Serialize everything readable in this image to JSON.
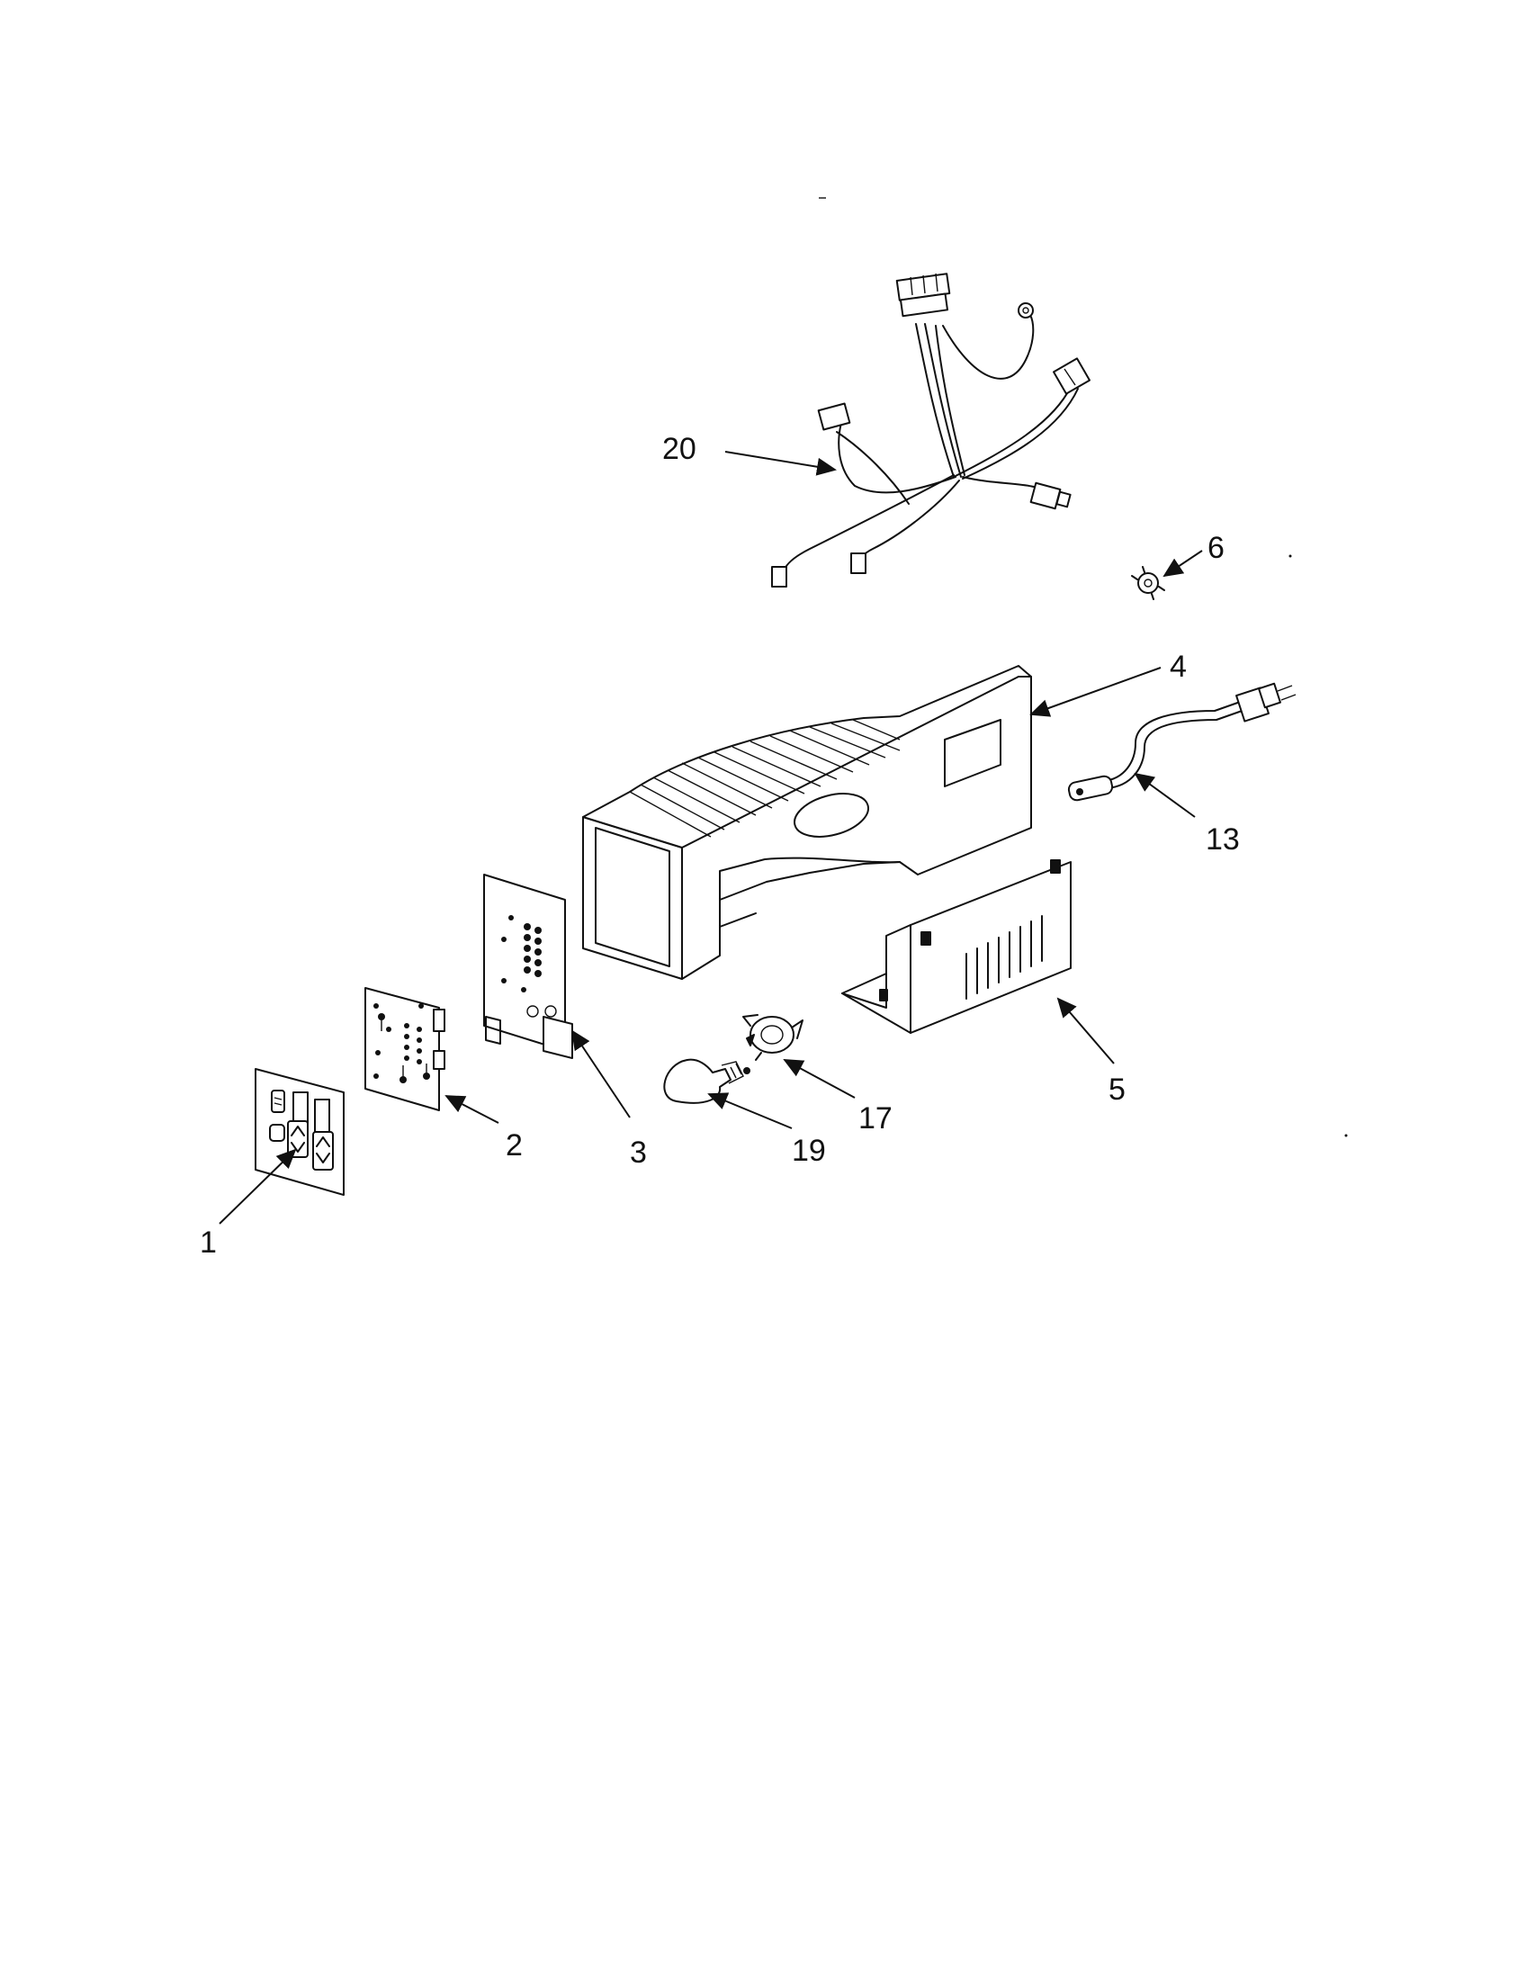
{
  "colors": {
    "ink": "#111111",
    "paper": "#ffffff"
  },
  "callouts": [
    {
      "id": "1",
      "label": "1"
    },
    {
      "id": "2",
      "label": "2"
    },
    {
      "id": "3",
      "label": "3"
    },
    {
      "id": "4",
      "label": "4"
    },
    {
      "id": "5",
      "label": "5"
    },
    {
      "id": "6",
      "label": "6"
    },
    {
      "id": "13",
      "label": "13"
    },
    {
      "id": "17",
      "label": "17"
    },
    {
      "id": "19",
      "label": "19"
    },
    {
      "id": "20",
      "label": "20"
    }
  ]
}
